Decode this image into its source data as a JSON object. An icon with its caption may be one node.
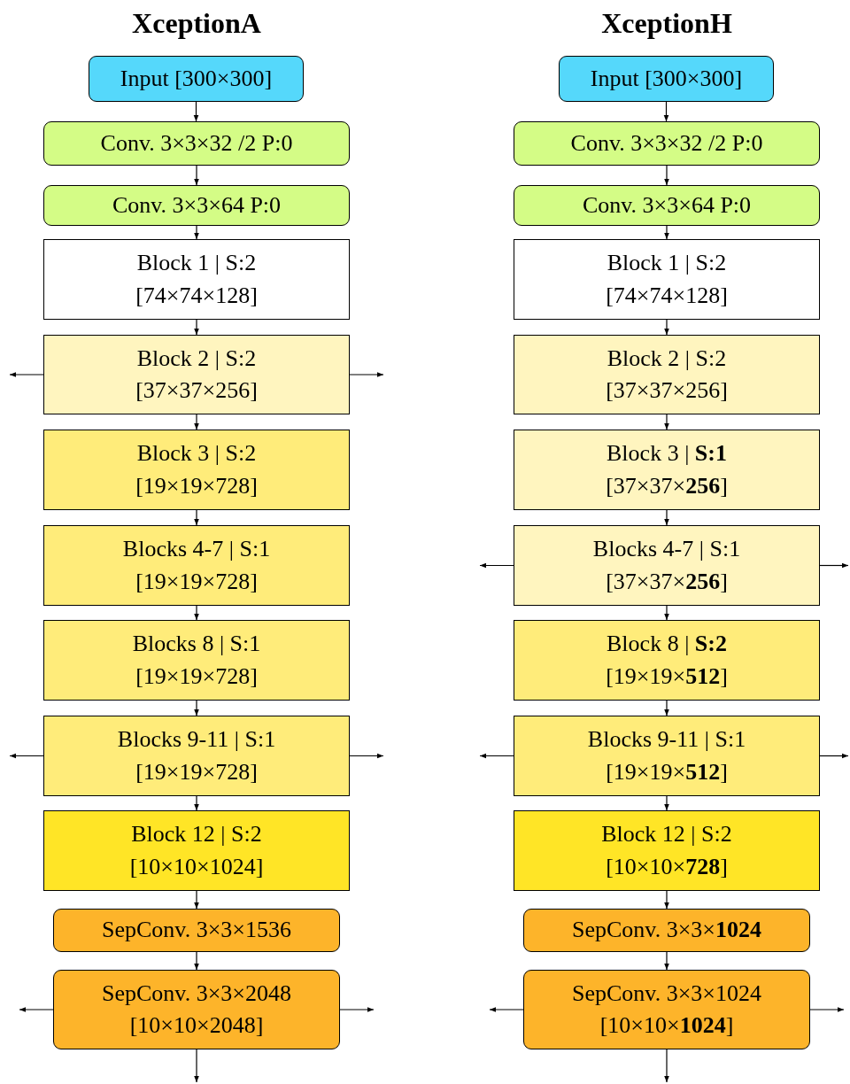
{
  "diagram": {
    "nodes": [
      {
        "text": [
          "Input [300×300]"
        ]
      },
      {
        "text": [
          "Conv. 3×3×32 /2 P:0"
        ]
      },
      {
        "text": [
          "Conv. 3×3×64 P:0"
        ]
      },
      {
        "text": [
          "Block 1 | S:2",
          "[74×74×128]"
        ]
      },
      {
        "text": [
          "Block 2 | S:2",
          "[37×37×256]"
        ]
      },
      {
        "text": [
          "Block 3 | S:2",
          "[19×19×728]"
        ]
      },
      {
        "text": [
          "Blocks 4-7 | S:1",
          "[19×19×728]"
        ]
      },
      {
        "text": [
          "Blocks 8 | S:1",
          "[19×19×728]"
        ]
      },
      {
        "text": [
          "Blocks 9-11 | S:1",
          "[19×19×728]"
        ]
      },
      {
        "text": [
          "Block 12 | S:2",
          "[10×10×1024]"
        ]
      },
      {
        "text": [
          "SepConv. 3×3×1536"
        ]
      },
      {
        "text": [
          "SepConv. 3×3×2048",
          "[10×10×2048]"
        ]
      },
      {
        "text": [
          "Input [300×300]"
        ]
      },
      {
        "text": [
          "Conv. 3×3×32 /2 P:0"
        ]
      },
      {
        "text": [
          "Conv. 3×3×64 P:0"
        ]
      },
      {
        "text": [
          "Block 1 | S:2",
          "[74×74×128]"
        ]
      },
      {
        "text": [
          "Block 2 | S:2",
          "[37×37×256]"
        ]
      },
      {
        "text": [
          "Block 3 | **S:1**",
          "[37×37×**256**]"
        ]
      },
      {
        "text": [
          "Blocks 4-7 | S:1",
          "[37×37×**256**]"
        ]
      },
      {
        "text": [
          "Block 8 | **S:2**",
          "[19×19×**512**]"
        ]
      },
      {
        "text": [
          "Blocks 9-11 | S:1",
          "[19×19×**512**]"
        ]
      },
      {
        "text": [
          "Block 12 | S:2",
          "[10×10×**728**]"
        ]
      },
      {
        "text": [
          "SepConv. 3×3×**1024**"
        ]
      },
      {
        "text": [
          "SepConv. 3×3×1024",
          "[10×10×**1024**]"
        ]
      }
    ],
    "edges": [
      {
        "from": 0,
        "to": 1,
        "arrow": "to"
      },
      {
        "from": 1,
        "to": 2,
        "arrow": "to"
      },
      {
        "from": 2,
        "to": 3,
        "arrow": "to"
      },
      {
        "from": 3,
        "to": 4,
        "arrow": "to"
      },
      {
        "from": 4,
        "to": 5,
        "arrow": "to"
      },
      {
        "from": 5,
        "to": 6,
        "arrow": "to"
      },
      {
        "from": 6,
        "to": 7,
        "arrow": "to"
      },
      {
        "from": 7,
        "to": 8,
        "arrow": "to"
      },
      {
        "from": 8,
        "to": 9,
        "arrow": "to"
      },
      {
        "from": 9,
        "to": 10,
        "arrow": "to"
      },
      {
        "from": 10,
        "to": 11,
        "arrow": "to"
      },
      {
        "from": 4,
        "to": null,
        "arrow": "to"
      },
      {
        "from": 4,
        "to": null,
        "arrow": "to"
      },
      {
        "from": 8,
        "to": null,
        "arrow": "to"
      },
      {
        "from": 8,
        "to": null,
        "arrow": "to"
      },
      {
        "from": 11,
        "to": null,
        "arrow": "to"
      },
      {
        "from": 11,
        "to": null,
        "arrow": "to"
      },
      {
        "from": 11,
        "to": null,
        "arrow": "to"
      },
      {
        "from": 12,
        "to": 13,
        "arrow": "to"
      },
      {
        "from": 13,
        "to": 14,
        "arrow": "to"
      },
      {
        "from": 14,
        "to": 15,
        "arrow": "to"
      },
      {
        "from": 15,
        "to": 16,
        "arrow": "to"
      },
      {
        "from": 16,
        "to": 17,
        "arrow": "to"
      },
      {
        "from": 17,
        "to": 18,
        "arrow": "to"
      },
      {
        "from": 18,
        "to": 19,
        "arrow": "to"
      },
      {
        "from": 19,
        "to": 20,
        "arrow": "to"
      },
      {
        "from": 20,
        "to": 21,
        "arrow": "to"
      },
      {
        "from": 21,
        "to": 22,
        "arrow": "to"
      },
      {
        "from": 22,
        "to": 23,
        "arrow": "to"
      },
      {
        "from": 18,
        "to": null,
        "arrow": "to"
      },
      {
        "from": 18,
        "to": null,
        "arrow": "to"
      },
      {
        "from": 20,
        "to": null,
        "arrow": "to"
      },
      {
        "from": 20,
        "to": null,
        "arrow": "to"
      },
      {
        "from": 23,
        "to": null,
        "arrow": "to"
      },
      {
        "from": 23,
        "to": null,
        "arrow": "to"
      },
      {
        "from": 23,
        "to": null,
        "arrow": "to"
      }
    ],
    "labels": [
      "XceptionA",
      "XceptionH"
    ]
  }
}
